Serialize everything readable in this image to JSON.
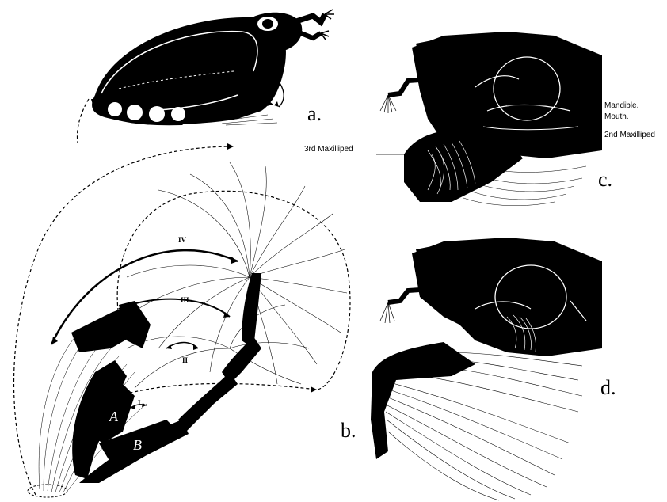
{
  "figure": {
    "panel_labels": {
      "a": "a.",
      "b": "b.",
      "c": "c.",
      "d": "d."
    },
    "callouts": {
      "mandible": "Mandible.",
      "mouth": "Mouth.",
      "maxilliped2": "2nd Maxilliped",
      "maxilliped3": "3rd Maxilliped"
    },
    "segment_labels": {
      "A": "A",
      "B": "B"
    },
    "arc_numerals": {
      "I": "I",
      "II": "II",
      "III": "III",
      "IV": "IV"
    }
  },
  "colors": {
    "ink": "#000000",
    "paper": "#ffffff"
  }
}
